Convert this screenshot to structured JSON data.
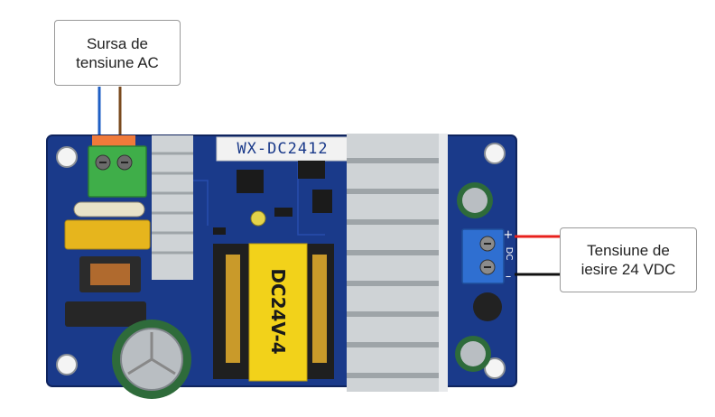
{
  "board": {
    "model_label": "WX-DC2412",
    "transformer_label": "DC24V-4",
    "output_header": "DC",
    "pole_plus": "+",
    "pole_minus": "–",
    "colors": {
      "pcb": "#1a3a8a",
      "pcb_dark": "#132c6e",
      "heatsink": "#cfd3d6",
      "heatsink_shade": "#9ea4a8",
      "transformer_tape": "#f2d21a",
      "terminal_green": "#3fae49",
      "terminal_blue": "#2f6fd1",
      "wire_blue": "#1f5fc4",
      "wire_brown": "#7a4a1e",
      "wire_red": "#e8201c",
      "wire_black": "#111111"
    }
  },
  "callouts": {
    "ac_source": "Sursa de\ntensiune AC",
    "dc_output": "Tensiune de\niesire 24 VDC"
  }
}
